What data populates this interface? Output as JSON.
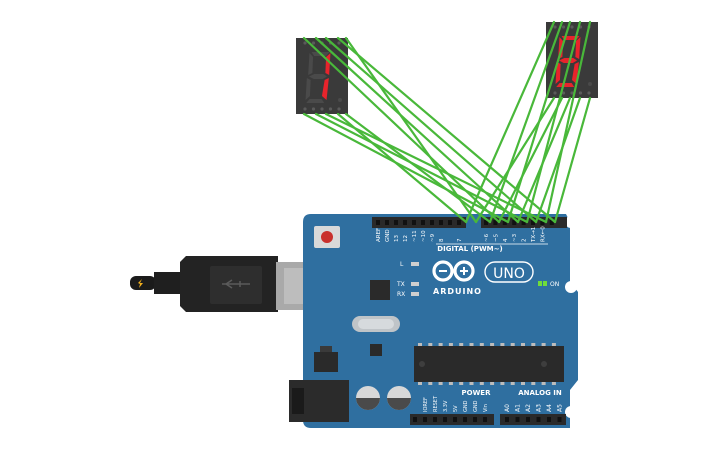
{
  "displays": {
    "left": {
      "digit": "1"
    },
    "right": {
      "digit": "8"
    }
  },
  "board": {
    "brand": "ARDUINO",
    "model": "UNO",
    "digital_header": "DIGITAL (PWM~)",
    "power_header": "POWER",
    "analog_header": "ANALOG IN",
    "on_label": "ON",
    "led_labels": [
      "L",
      "TX",
      "RX"
    ],
    "top_pin_labels": [
      "AREF",
      "GND",
      "13",
      "12",
      "~11",
      "~10",
      "~9",
      "8",
      "7",
      "~6",
      "~5",
      "4",
      "~3",
      "2",
      "TX→1",
      "RX←0"
    ],
    "power_pin_labels": [
      "IOREF",
      "RESET",
      "3.3V",
      "5V",
      "GND",
      "GND",
      "Vin"
    ],
    "analog_pin_labels": [
      "A0",
      "A1",
      "A2",
      "A3",
      "A4",
      "A5"
    ]
  },
  "colors": {
    "board": "#2f6fa0",
    "wire": "#49b83a",
    "segment_on": "#e8242c",
    "segment_off": "#4a4a4a",
    "display_body": "#3a3a3a"
  }
}
